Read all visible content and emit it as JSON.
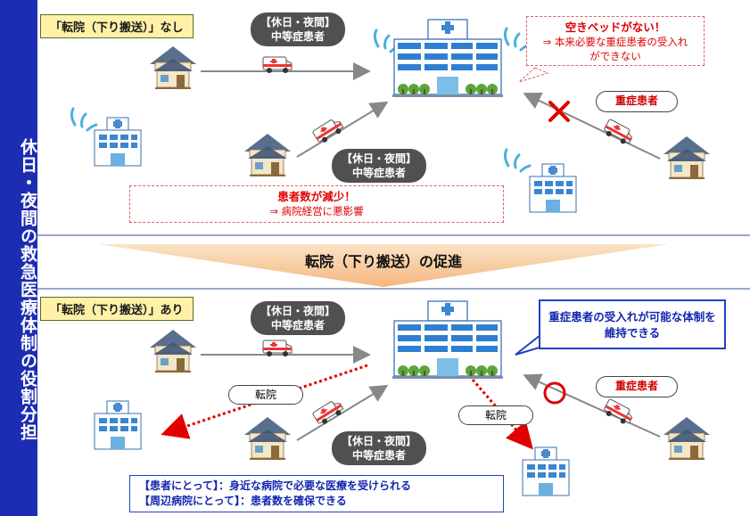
{
  "sidebar": {
    "text": "休日・夜間の救急医療体制の役割分担"
  },
  "top": {
    "section_label": "「転院（下り搬送）」なし",
    "patient_tag_top": "【休日・夜間】\n中等症患者",
    "patient_tag_mid": "【休日・夜間】\n中等症患者",
    "warning_title": "空きベッドがない！",
    "warning_body": "⇒ 本来必要な重症患者の受入れができない",
    "serious_label": "重症患者",
    "note_title": "患者数が減少！",
    "note_body": "⇒ 病院経営に悪影響"
  },
  "banner": {
    "text": "転院（下り搬送）の促進"
  },
  "bottom": {
    "section_label": "「転院（下り搬送）」あり",
    "patient_tag_top": "【休日・夜間】\n中等症患者",
    "patient_tag_mid": "【休日・夜間】\n中等症患者",
    "bubble_text": "重症患者の受入れが可能な体制を維持できる",
    "serious_label": "重症患者",
    "transfer_left": "転院",
    "transfer_right": "転院",
    "benefit_patient": "【患者にとって】：身近な病院で必要な医療を受けられる",
    "benefit_hospital": "【周辺病院にとって】：患者数を確保できる"
  },
  "colors": {
    "sidebar": "#1d2db3",
    "label_bg": "#fff2a8",
    "red": "#e00000",
    "blue": "#1f43c0"
  }
}
